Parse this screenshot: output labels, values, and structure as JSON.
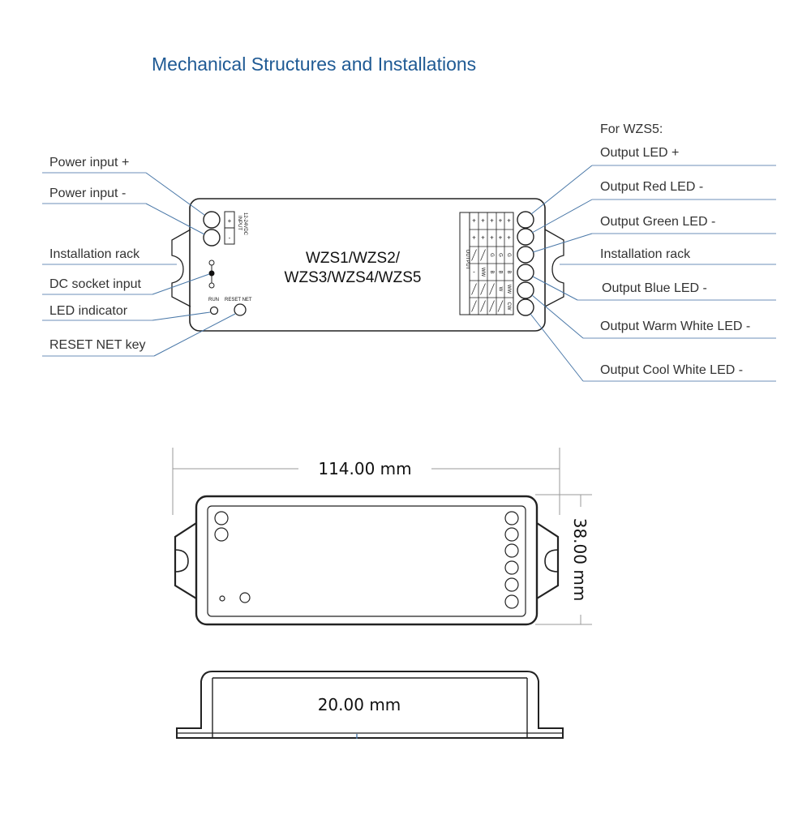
{
  "title": "Mechanical Structures and Installations",
  "left_labels": {
    "power_plus": "Power input +",
    "power_minus": "Power input -",
    "rack": "Installation rack",
    "dc_socket": "DC socket input",
    "led": "LED indicator",
    "reset": "RESET NET key"
  },
  "right_labels": {
    "for_model": "For WZS5:",
    "out_plus": "Output LED +",
    "out_red": "Output Red LED -",
    "out_green": "Output Green LED -",
    "rack": "Installation rack",
    "out_blue": "Output Blue LED -",
    "out_ww": "Output Warm White LED -",
    "out_cw": "Output Cool White LED -"
  },
  "device": {
    "model_line1": "WZS1/WZS2/",
    "model_line2": "WZS3/WZS4/WZS5",
    "input_text_1": "INPUT",
    "input_text_2": "12-24VDC",
    "input_plus": "+",
    "input_minus": "-",
    "run_label": "RUN",
    "reset_label": "RESET NET",
    "output_label": "OUTPUT",
    "output_table": [
      [
        "+",
        "+",
        "+",
        "+",
        "+"
      ],
      [
        "+",
        "+",
        "+",
        "+",
        "+"
      ],
      [
        "",
        "",
        "G",
        "G",
        "G"
      ],
      [
        "-",
        "WW",
        "B",
        "B",
        "B"
      ],
      [
        "",
        "",
        "",
        "W",
        "WW"
      ],
      [
        "",
        "",
        "",
        "",
        "CW"
      ]
    ]
  },
  "dimensions": {
    "length": "114.00 mm",
    "width": "38.00 mm",
    "height": "20.00 mm"
  },
  "colors": {
    "title": "#1f5a94",
    "leader_lines": "#4a78a8",
    "text": "#333333"
  }
}
